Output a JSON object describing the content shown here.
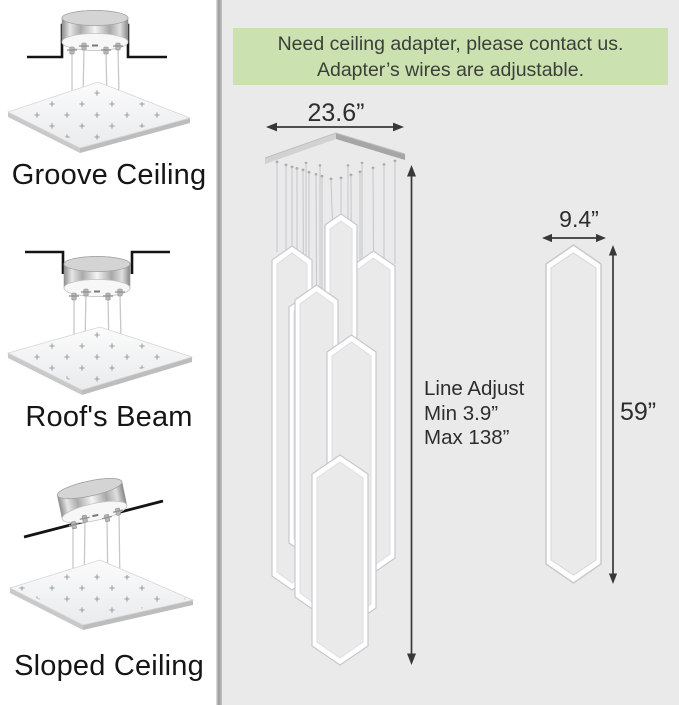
{
  "banner": {
    "line1": "Need ceiling adapter, please contact us.",
    "line2": "Adapter’s wires are adjustable.",
    "bg_color": "#cbe2b0",
    "text_color": "#3b3f3a"
  },
  "mounting_options": [
    {
      "label": "Groove Ceiling"
    },
    {
      "label": "Roof's Beam"
    },
    {
      "label": "Sloped Ceiling"
    }
  ],
  "dimensions": {
    "canopy_width": "23.6”",
    "pendant_width": "9.4”",
    "pendant_height": "59”",
    "line_adjust": {
      "title": "Line Adjust",
      "min": "Min 3.9”",
      "max": "Max 138”"
    }
  },
  "colors": {
    "panel_bg": "#eaeaea",
    "sidebar_bg": "#ffffff",
    "arrow": "#383838",
    "ring_edge": "#c6c9cc",
    "metal_dark": "#8d8d8d",
    "metal_light": "#f4f4f4"
  }
}
